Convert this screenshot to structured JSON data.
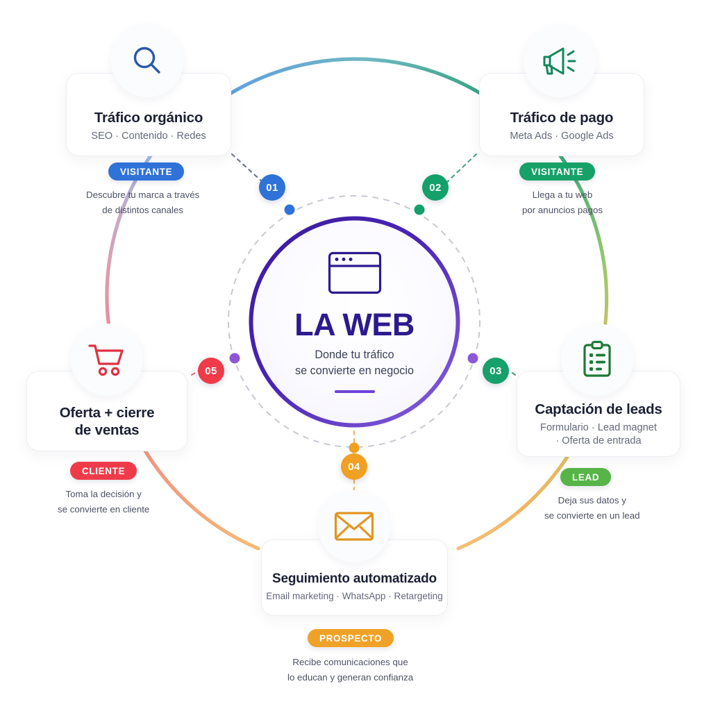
{
  "hub": {
    "icon": "browser-window-icon",
    "title": "LA WEB",
    "subtitle_line1": "Donde tu tráfico",
    "subtitle_line2": "se convierte en negocio",
    "accent": "#4b27b8"
  },
  "nodes": [
    {
      "key": "trafico-organico",
      "icon": "search-icon",
      "title": "Tráfico orgánico",
      "subtitle": "SEO · Contenido · Redes",
      "pill": "VISITANTE",
      "pill_color": "#2f72d8",
      "caption_line1": "Descubre tu marca a través",
      "caption_line2": "de distintos canales",
      "accent": "#2b58a8"
    },
    {
      "key": "trafico-de-pago",
      "icon": "megaphone-icon",
      "title": "Tráfico de pago",
      "subtitle": "Meta Ads · Google Ads",
      "pill": "VISITANTE",
      "pill_color": "#17a168",
      "caption_line1": "Llega a tu web",
      "caption_line2": "por anuncios pagos",
      "accent": "#12875a"
    },
    {
      "key": "captacion-de-leads",
      "icon": "clipboard-list-icon",
      "title": "Captación de leads",
      "subtitle_line1": "Formulario · Lead magnet",
      "subtitle_line2": "· Oferta de entrada",
      "pill": "LEAD",
      "pill_color": "#57b447",
      "caption_line1": "Deja sus datos y",
      "caption_line2": "se convierte en un lead",
      "accent": "#1d7a35"
    },
    {
      "key": "seguimiento-automatizado",
      "icon": "envelope-icon",
      "title": "Seguimiento automatizado",
      "subtitle": "Email marketing · WhatsApp · Retargeting",
      "pill": "PROSPECTO",
      "pill_color": "#efa227",
      "caption_line1": "Recibe comunicaciones que",
      "caption_line2": "lo educan y generan confianza",
      "accent": "#e0961f"
    },
    {
      "key": "oferta-cierre-de-ventas",
      "icon": "shopping-cart-icon",
      "title_line1": "Oferta + cierre",
      "title_line2": "de ventas",
      "pill": "CLIENTE",
      "pill_color": "#ef3b49",
      "caption_line1": "Toma la decisión y",
      "caption_line2": "se convierte en cliente",
      "accent": "#e0303f"
    }
  ],
  "steps": [
    {
      "label": "01",
      "color": "#2f72d8"
    },
    {
      "label": "02",
      "color": "#14a06a"
    },
    {
      "label": "03",
      "color": "#18a06a"
    },
    {
      "label": "04",
      "color": "#f0a022"
    },
    {
      "label": "05",
      "color": "#ef3b49"
    }
  ],
  "ring": {
    "dashed_ring_color": "#c9cbd4",
    "arc_colors": [
      "#6aa3e0",
      "#49b089",
      "#8cc46a",
      "#f0b55e",
      "#f2938c",
      "#a9bfe6"
    ]
  }
}
